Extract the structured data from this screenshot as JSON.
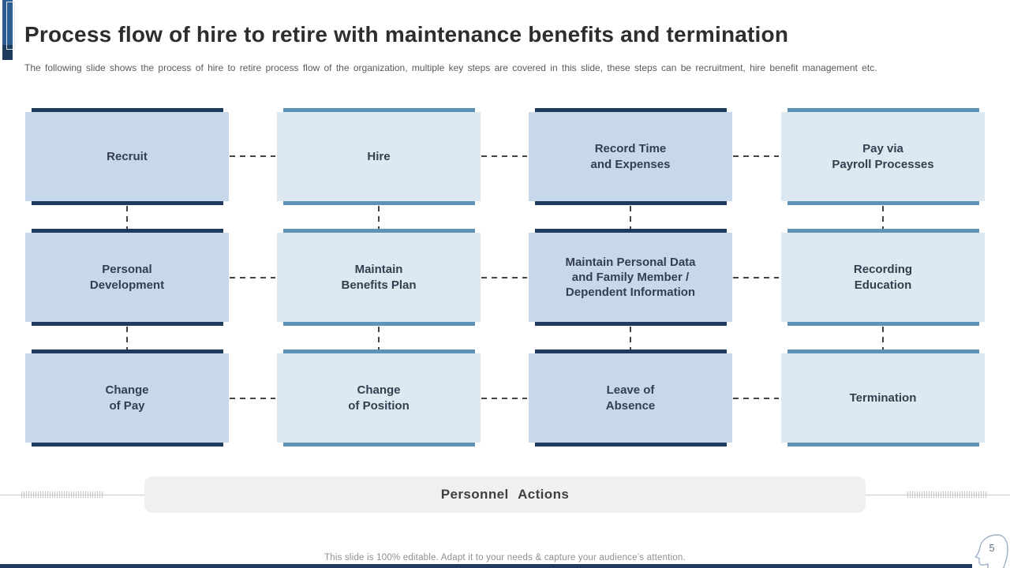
{
  "slide": {
    "title": "Process flow of hire to retire with  maintenance benefits and termination",
    "subtitle": "The following slide shows the process of hire to retire process flow of the organization, multiple key steps are covered in this slide, these steps can be recruitment, hire benefit management etc.",
    "band_label": "Personnel Actions",
    "footer_note": "This slide is 100% editable. Adapt it to your needs & capture your audience’s attention.",
    "page_number": "5"
  },
  "flow_boxes": [
    {
      "label": "Recruit",
      "variant": "dark"
    },
    {
      "label": "Hire",
      "variant": "light"
    },
    {
      "label": "Record Time\nand Expenses",
      "variant": "dark"
    },
    {
      "label": "Pay via\nPayroll Processes",
      "variant": "light"
    },
    {
      "label": "Personal\nDevelopment",
      "variant": "dark"
    },
    {
      "label": "Maintain\nBenefits Plan",
      "variant": "light"
    },
    {
      "label": "Maintain Personal Data\nand Family Member /\nDependent Information",
      "variant": "dark"
    },
    {
      "label": "Recording\nEducation",
      "variant": "light"
    },
    {
      "label": "Change\nof Pay",
      "variant": "dark"
    },
    {
      "label": "Change\nof Position",
      "variant": "light"
    },
    {
      "label": "Leave of\nAbsence",
      "variant": "dark"
    },
    {
      "label": "Termination",
      "variant": "light"
    }
  ],
  "colors": {
    "box_fill_dark": "#c8d8ec",
    "box_fill_light": "#dde8f1",
    "bar_navy": "#1f3b5f",
    "bar_steel": "#5e93b8",
    "connector": "#454545",
    "band_bg": "#f0f0f0",
    "bottom_bar": "#1e3a5c"
  }
}
